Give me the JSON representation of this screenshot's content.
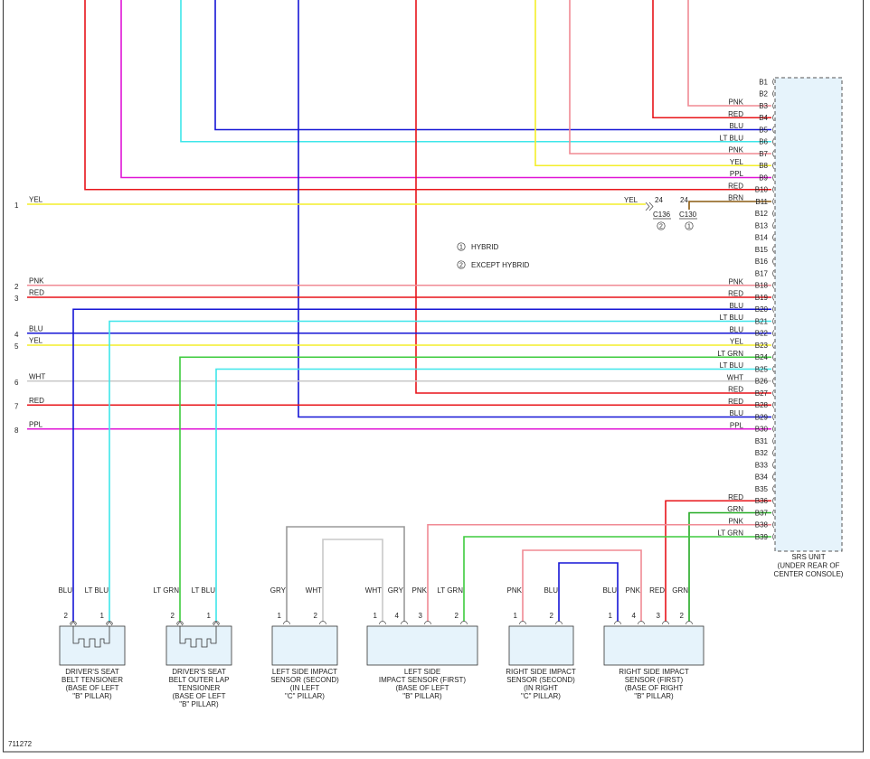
{
  "colors": {
    "RED": "#e8141a",
    "PNK": "#f08a94",
    "BLU": "#1616d6",
    "LT BLU": "#3ee6ea",
    "YEL": "#f3ee2a",
    "PPL": "#e016d6",
    "WHT": "#c8c8c8",
    "LT GRN": "#3ecb3e",
    "GRN": "#22aa22",
    "GRY": "#9a9a9a",
    "BRN": "#8a5a10"
  },
  "srs_unit": {
    "label_lines": [
      "SRS UNIT",
      "(UNDER REAR OF",
      "CENTER CONSOLE)"
    ],
    "pins": [
      {
        "pin": "B1",
        "wire": ""
      },
      {
        "pin": "B2",
        "wire": ""
      },
      {
        "pin": "B3",
        "wire": "PNK"
      },
      {
        "pin": "B4",
        "wire": "RED"
      },
      {
        "pin": "B5",
        "wire": "BLU"
      },
      {
        "pin": "B6",
        "wire": "LT BLU"
      },
      {
        "pin": "B7",
        "wire": "PNK"
      },
      {
        "pin": "B8",
        "wire": "YEL"
      },
      {
        "pin": "B9",
        "wire": "PPL"
      },
      {
        "pin": "B10",
        "wire": "RED"
      },
      {
        "pin": "B11",
        "wire": "BRN"
      },
      {
        "pin": "B12",
        "wire": ""
      },
      {
        "pin": "B13",
        "wire": ""
      },
      {
        "pin": "B14",
        "wire": ""
      },
      {
        "pin": "B15",
        "wire": ""
      },
      {
        "pin": "B16",
        "wire": ""
      },
      {
        "pin": "B17",
        "wire": ""
      },
      {
        "pin": "B18",
        "wire": "PNK"
      },
      {
        "pin": "B19",
        "wire": "RED"
      },
      {
        "pin": "B20",
        "wire": "BLU"
      },
      {
        "pin": "B21",
        "wire": "LT BLU"
      },
      {
        "pin": "B22",
        "wire": "BLU"
      },
      {
        "pin": "B23",
        "wire": "YEL"
      },
      {
        "pin": "B24",
        "wire": "LT GRN"
      },
      {
        "pin": "B25",
        "wire": "LT BLU"
      },
      {
        "pin": "B26",
        "wire": "WHT"
      },
      {
        "pin": "B27",
        "wire": "RED"
      },
      {
        "pin": "B28",
        "wire": "RED"
      },
      {
        "pin": "B29",
        "wire": "BLU"
      },
      {
        "pin": "B30",
        "wire": "PPL"
      },
      {
        "pin": "B31",
        "wire": ""
      },
      {
        "pin": "B32",
        "wire": ""
      },
      {
        "pin": "B33",
        "wire": ""
      },
      {
        "pin": "B34",
        "wire": ""
      },
      {
        "pin": "B35",
        "wire": ""
      },
      {
        "pin": "B36",
        "wire": "RED"
      },
      {
        "pin": "B37",
        "wire": "GRN"
      },
      {
        "pin": "B38",
        "wire": "PNK"
      },
      {
        "pin": "B39",
        "wire": "LT GRN"
      }
    ]
  },
  "left_wires": [
    {
      "num": "1",
      "color": "YEL"
    },
    {
      "num": "2",
      "color": "PNK"
    },
    {
      "num": "3",
      "color": "RED"
    },
    {
      "num": "4",
      "color": "BLU"
    },
    {
      "num": "5",
      "color": "YEL"
    },
    {
      "num": "6",
      "color": "WHT"
    },
    {
      "num": "7",
      "color": "RED"
    },
    {
      "num": "8",
      "color": "PPL"
    }
  ],
  "inline_connector": {
    "wire_in": "YEL",
    "pin_left": "24",
    "pin_right": "24",
    "id_left": "C136",
    "id_right": "C130",
    "mark_left": "2",
    "mark_right": "1"
  },
  "legend": [
    {
      "mark": "1",
      "text": "HYBRID"
    },
    {
      "mark": "2",
      "text": "EXCEPT HYBRID"
    }
  ],
  "components": [
    {
      "name": "drivers-seat-belt-tensioner",
      "label_lines": [
        "DRIVER'S SEAT",
        "BELT TENSIONER",
        "(BASE OF LEFT",
        "\"B\" PILLAR)"
      ],
      "pins": [
        {
          "num": "2",
          "wire": "BLU"
        },
        {
          "num": "1",
          "wire": "LT BLU"
        }
      ]
    },
    {
      "name": "drivers-seat-belt-outer-lap-tensioner",
      "label_lines": [
        "DRIVER'S SEAT",
        "BELT OUTER LAP",
        "TENSIONER",
        "(BASE OF LEFT",
        "\"B\" PILLAR)"
      ],
      "pins": [
        {
          "num": "2",
          "wire": "LT GRN"
        },
        {
          "num": "1",
          "wire": "LT BLU"
        }
      ]
    },
    {
      "name": "left-side-impact-sensor-second",
      "label_lines": [
        "LEFT SIDE IMPACT",
        "SENSOR (SECOND)",
        "(IN LEFT",
        "\"C\" PILLAR)"
      ],
      "pins": [
        {
          "num": "1",
          "wire": "GRY"
        },
        {
          "num": "2",
          "wire": "WHT"
        }
      ]
    },
    {
      "name": "left-side-impact-sensor-first",
      "label_lines": [
        "LEFT SIDE",
        "IMPACT SENSOR (FIRST)",
        "(BASE OF LEFT",
        "\"B\" PILLAR)"
      ],
      "pins": [
        {
          "num": "1",
          "wire": "WHT"
        },
        {
          "num": "4",
          "wire": "GRY"
        },
        {
          "num": "3",
          "wire": "PNK"
        },
        {
          "num": "2",
          "wire": "LT GRN"
        }
      ]
    },
    {
      "name": "right-side-impact-sensor-second",
      "label_lines": [
        "RIGHT SIDE IMPACT",
        "SENSOR (SECOND)",
        "(IN RIGHT",
        "\"C\" PILLAR)"
      ],
      "pins": [
        {
          "num": "1",
          "wire": "PNK"
        },
        {
          "num": "2",
          "wire": "BLU"
        }
      ]
    },
    {
      "name": "right-side-impact-sensor-first",
      "label_lines": [
        "RIGHT SIDE IMPACT",
        "SENSOR (FIRST)",
        "(BASE OF RIGHT",
        "\"B\" PILLAR)"
      ],
      "pins": [
        {
          "num": "1",
          "wire": "BLU"
        },
        {
          "num": "4",
          "wire": "PNK"
        },
        {
          "num": "3",
          "wire": "RED"
        },
        {
          "num": "2",
          "wire": "GRN"
        }
      ]
    }
  ],
  "figure_id": "711272"
}
